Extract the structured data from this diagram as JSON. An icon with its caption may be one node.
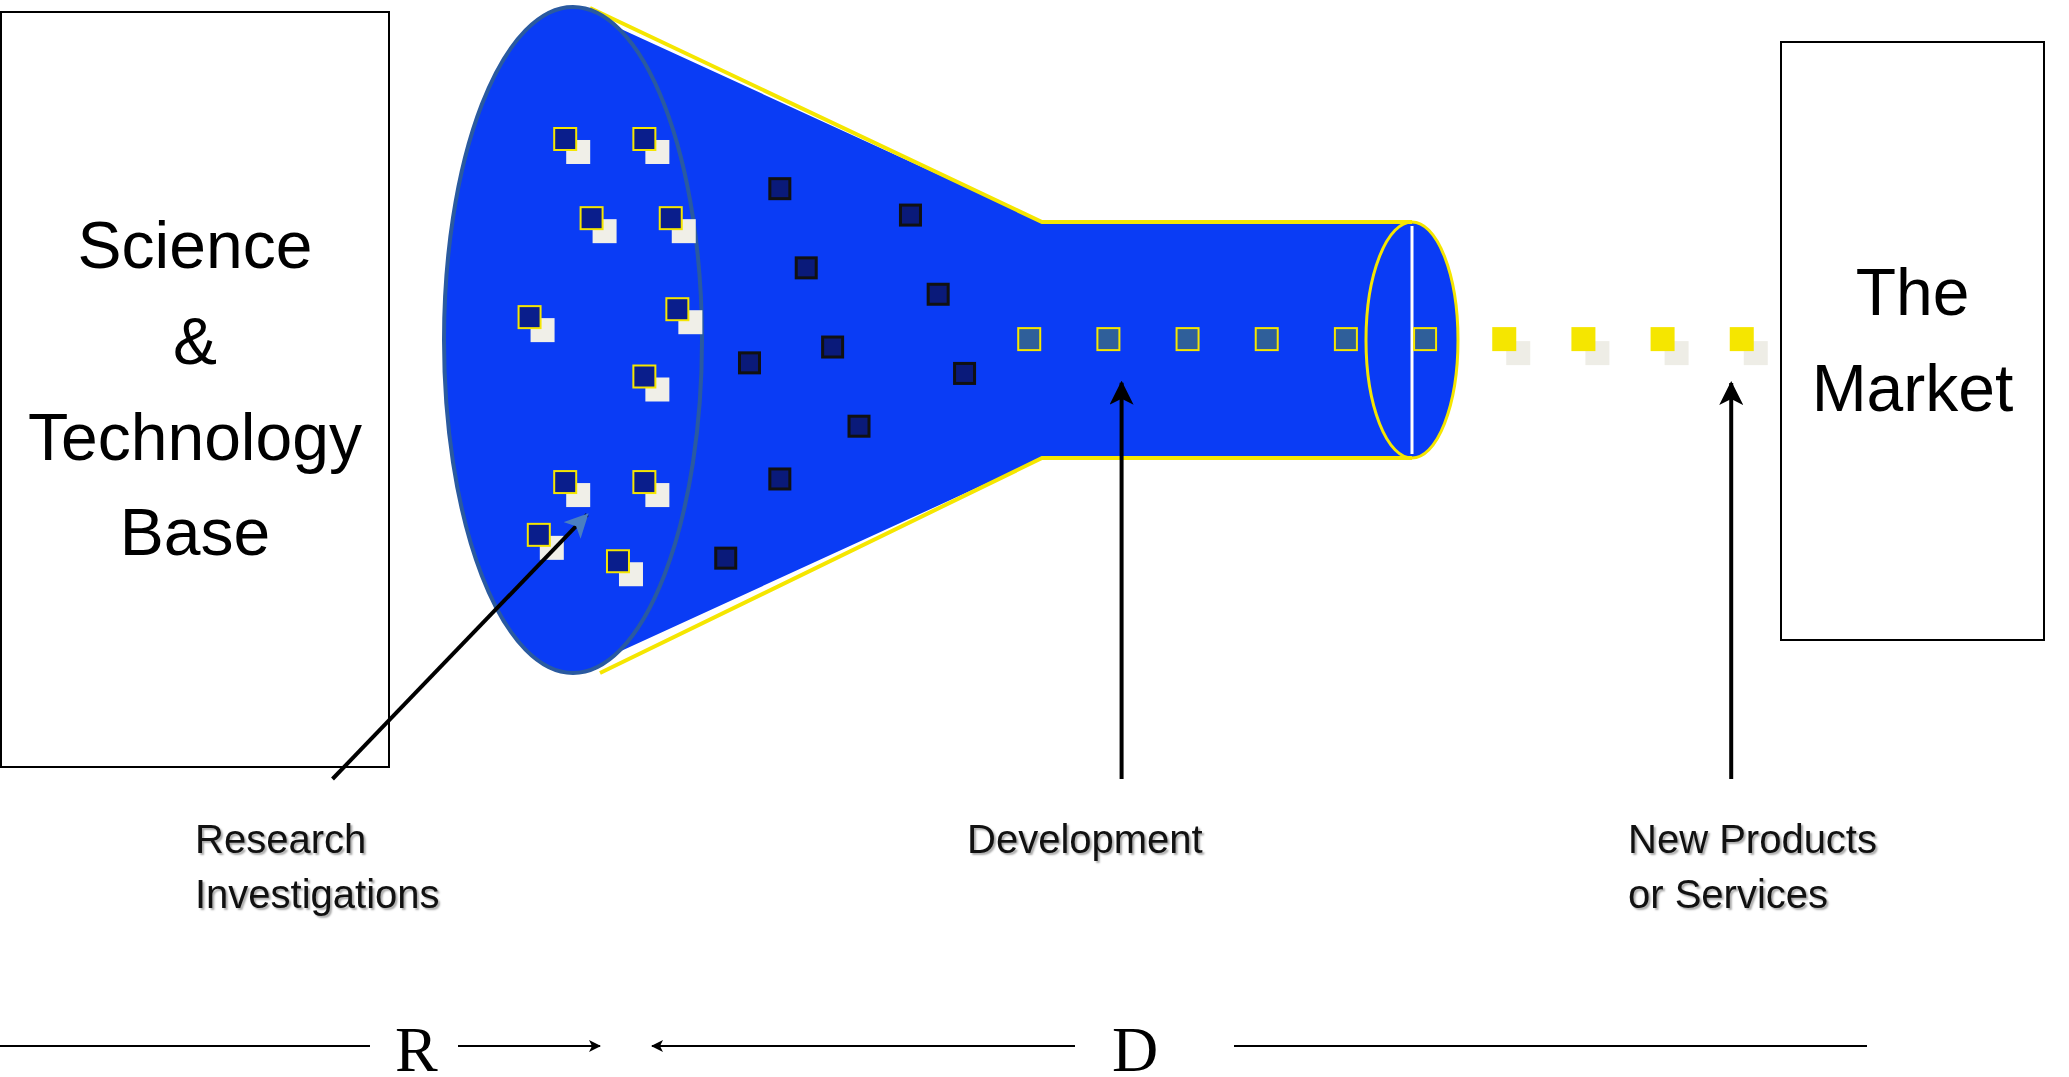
{
  "diagram": {
    "nodes": [
      {
        "text": [
          "Science & Technology Base"
        ]
      },
      {
        "text": [],
        "shape": "funnel"
      },
      {
        "text": [
          "The Market"
        ]
      },
      {
        "text": [
          "Research Investigations"
        ]
      },
      {
        "text": [
          "Development"
        ]
      },
      {
        "text": [
          "New Products or Services"
        ]
      },
      {
        "text": [],
        "shape": "box"
      }
    ],
    "edges": [
      {
        "from": 3,
        "to": 1,
        "arrow": "to"
      },
      {
        "from": 4,
        "to": 1,
        "arrow": "to"
      },
      {
        "from": 5,
        "to": 6,
        "arrow": "to"
      }
    ],
    "labels": [
      "R",
      "D"
    ]
  }
}
